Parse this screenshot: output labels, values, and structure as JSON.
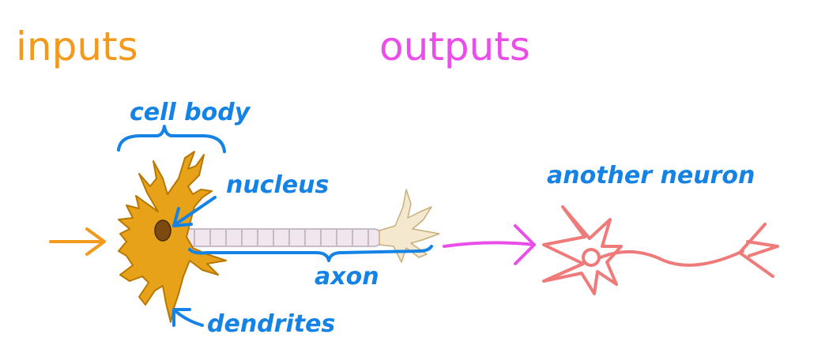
{
  "labels": {
    "inputs": "inputs",
    "outputs": "outputs",
    "cell_body": "cell body",
    "nucleus": "nucleus",
    "axon": "axon",
    "dendrites": "dendrites",
    "another_neuron": "another neuron"
  },
  "colors": {
    "inputs": "#f39a1c",
    "outputs": "#e94ee9",
    "annotation": "#1582e6",
    "neuron_body": "#e8a21a",
    "neuron_outline": "#b87800",
    "axon_fill": "#efe6ee",
    "axon_outline": "#b8a8b8",
    "terminal_fill": "#f4e9cf",
    "another_neuron": "#ef7a7a"
  }
}
